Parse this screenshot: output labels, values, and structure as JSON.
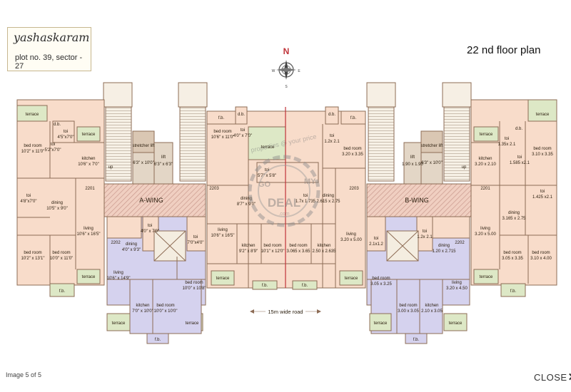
{
  "brand": {
    "name": "yashaskaram",
    "plot": "plot no. 39, sector - 27"
  },
  "floor_title": "22 nd floor plan",
  "compass": {
    "n": "N",
    "e": "E",
    "w": "W",
    "s": "S"
  },
  "watermark": {
    "text": "properties @ your price",
    "logo_letters": [
      "GO",
      "MY",
      "DEAL",
      ".com"
    ]
  },
  "road": "15m wide road",
  "wings": {
    "a": "A-WING",
    "b": "B-WING"
  },
  "flat_numbers": [
    "2201",
    "2202",
    "2203",
    "2203",
    "2202",
    "2201"
  ],
  "rooms": {
    "terrace": "terrace",
    "fb": "f.b.",
    "db": "d.b.",
    "up": "up",
    "stretcher_lift": "stretcher lift",
    "lift": "lift",
    "toi": "toi",
    "dining": "dining",
    "living": "living",
    "kitchen": "kitchen",
    "bed_room": "bed room"
  },
  "dims": {
    "a_bed_tl": "10'2\" x 11'0\"",
    "a_toi1": "4'5\"x7'0\"",
    "a_toi2": "5'2\"x7'0\"",
    "a_kitchen_tl": "10'6\" x 7'0\"",
    "a_toi_left": "4'8\"x7'0\"",
    "a_dining_l": "10'5\" x 9'0\"",
    "a_living_l": "10'6\" x 16'5\"",
    "a_bed_bl1": "10'2\" x 13'1\"",
    "a_bed_bl2": "10'0\" x 11'0\"",
    "a_stretcher": "6'3\" x 10'0\"",
    "a_lift": "6'3\" x 6'3\"",
    "a_dining_c": "4'0\" x 9'3\"",
    "a_toi_c": "4'0\" x 7'0\"",
    "a_toi_r": "7'0\"x4'0\"",
    "a_living_c": "10'6\" x 14'9\"",
    "a_kitchen_c": "7'0\" x 10'0\"",
    "a_kitchen_c2": "10'0\" x 10'0\"",
    "a_bed_c": "10'0\" x 10'8\"",
    "a_bed_top": "10'6\" x 11'0\"",
    "a_toi_top": "4'0\" x 7'0\"",
    "a_toi_mid": "5'7\" x 5'8\"",
    "a_dining_mid": "8'7\" x 9'0\"",
    "a_living_mid": "10'6\" x 16'5\"",
    "a_kitchen_mid": "9'2\" x 8'9\"",
    "a_bed_mid": "10'1\" x 12'0\"",
    "b_toi_mid": "1.7x 1.735",
    "b_dining_mid": "2.615 x 2.75",
    "b_toi_top": "1.2x 2.1",
    "b_bed_top": "3.20 x 3.35",
    "b_bed_mid": "3.065 x 3.65",
    "b_kitchen_mid": "2.50 x 2.635",
    "b_living_mid": "3.20 x 5.00",
    "b_lift": "1.90 x 1.90",
    "b_stretcher": "6'3\" x 10'0\"",
    "b_toi_c1": "2.1x1.2",
    "b_toi_c2": "1.2x 2.1",
    "b_dining_c": "1.20 x 2.715",
    "b_bed_c": "3.05 x 3.25",
    "b_living_c": "3.20 x 4.50",
    "b_bed_c2": "3.00 x 3.05",
    "b_kitchen_c": "2.10 x 3.05",
    "b_kitchen_r": "3.20 x 2.10",
    "b_toi_r1": "1.35x 2.1",
    "b_toi_r2": "1.585 x2.1",
    "b_bed_r": "3.10 x 3.35",
    "b_toi_r3": "1.425 x2.1",
    "b_dining_r": "3.165 x 2.75",
    "b_living_r": "3.20 x 5.00",
    "b_bed_br1": "3.05 x 3.35",
    "b_bed_br2": "3.10 x 4.00"
  },
  "colors": {
    "pink": "#f8dcca",
    "purple": "#d5d2ee",
    "green": "#dde8c6",
    "wall": "#8d6c55",
    "hatch": "#c9998d",
    "stair": "#f4ede0",
    "lift": "#e3d6c6",
    "accent": "#c0343a"
  },
  "footer": {
    "image_count": "Image 5 of 5",
    "close_label": "CLOSE"
  }
}
